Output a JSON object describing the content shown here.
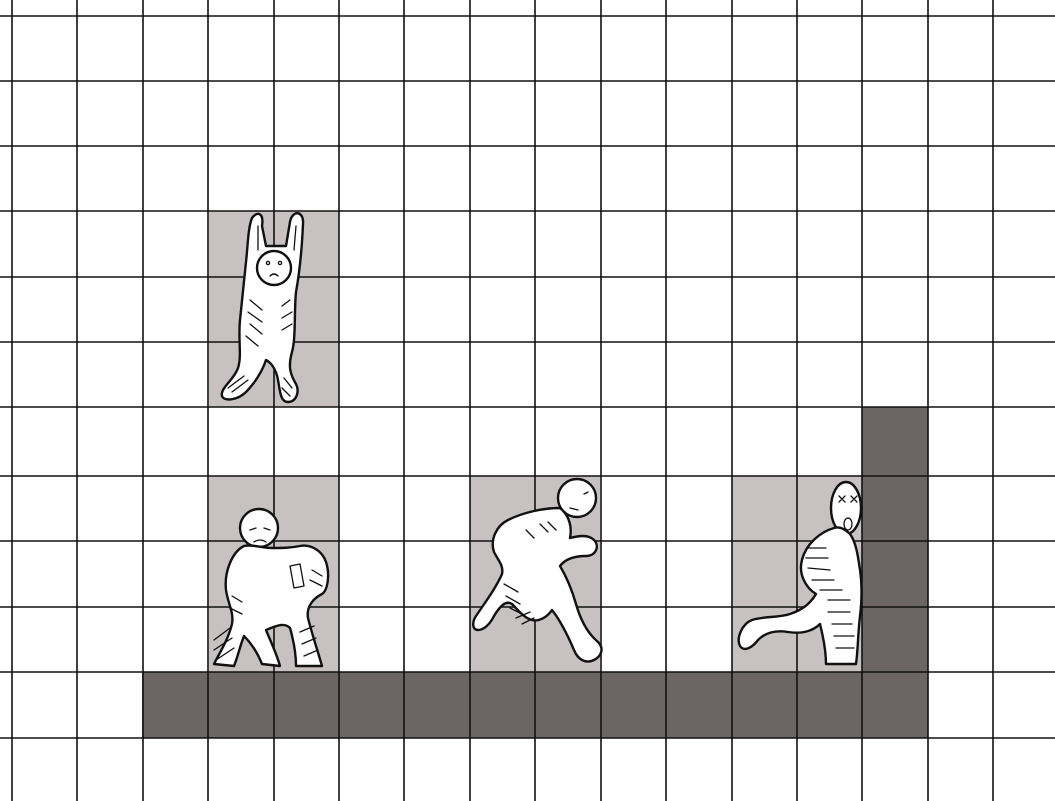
{
  "figure": {
    "grid": {
      "columns": 16,
      "rows": 12
    },
    "colors": {
      "background": "#ffffff",
      "grid_line": "#111111",
      "frame_highlight": "#c7c1c1",
      "platform": "#6b6566",
      "ink": "#111111"
    },
    "sprite_frames": [
      {
        "name": "hanging",
        "col": 3,
        "row": 3,
        "cols": 2,
        "rows": 3
      },
      {
        "name": "crouching",
        "col": 3,
        "row": 7,
        "cols": 2,
        "rows": 3
      },
      {
        "name": "running",
        "col": 7,
        "row": 7,
        "cols": 2,
        "rows": 3
      },
      {
        "name": "hitting-wall",
        "col": 11,
        "row": 7,
        "cols": 2,
        "rows": 3
      }
    ],
    "platform": {
      "floor": {
        "col_start": 2,
        "col_end": 13,
        "row": 10
      },
      "wall": {
        "col": 13,
        "row_start": 6,
        "row_end": 10
      }
    }
  }
}
